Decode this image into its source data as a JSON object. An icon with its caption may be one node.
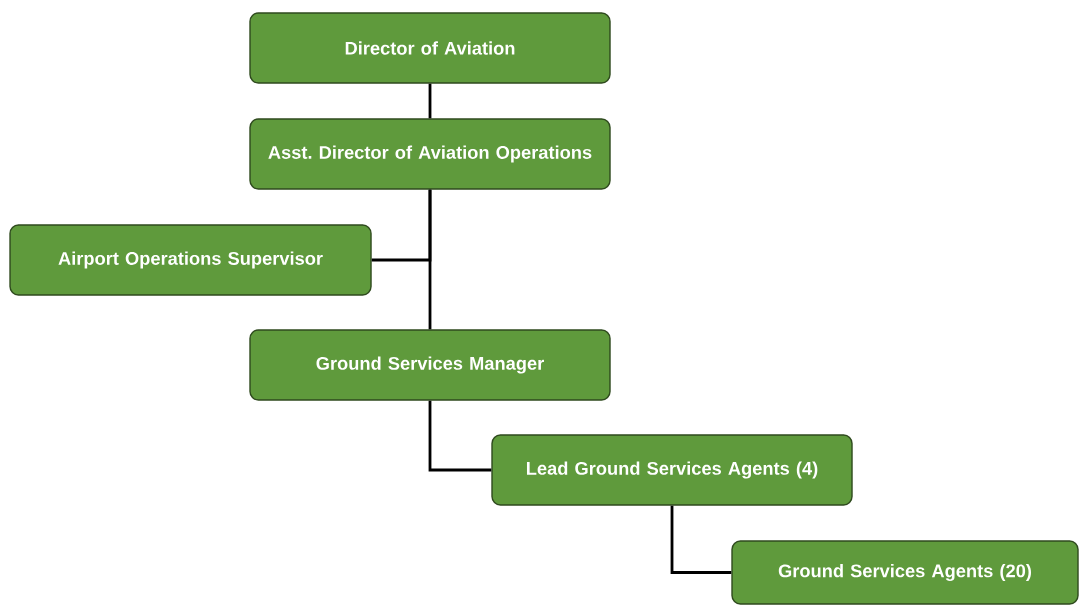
{
  "diagram": {
    "nodes": [
      {
        "text": [
          "Director of Aviation"
        ]
      },
      {
        "text": [
          "Asst. Director of Aviation Operations"
        ]
      },
      {
        "text": [
          "Airport Operations Supervisor"
        ]
      },
      {
        "text": [
          "Ground Services Manager"
        ]
      },
      {
        "text": [
          "Lead Ground Services Agents (4)"
        ]
      },
      {
        "text": [
          "Ground Services Agents (20)"
        ]
      }
    ],
    "edges": [
      {
        "from": 0,
        "to": 1,
        "arrow": "none"
      },
      {
        "from": 1,
        "to": 2,
        "arrow": "none"
      },
      {
        "from": 1,
        "to": 3,
        "arrow": "none"
      },
      {
        "from": 3,
        "to": 4,
        "arrow": "none"
      },
      {
        "from": 4,
        "to": 5,
        "arrow": "none"
      }
    ]
  }
}
